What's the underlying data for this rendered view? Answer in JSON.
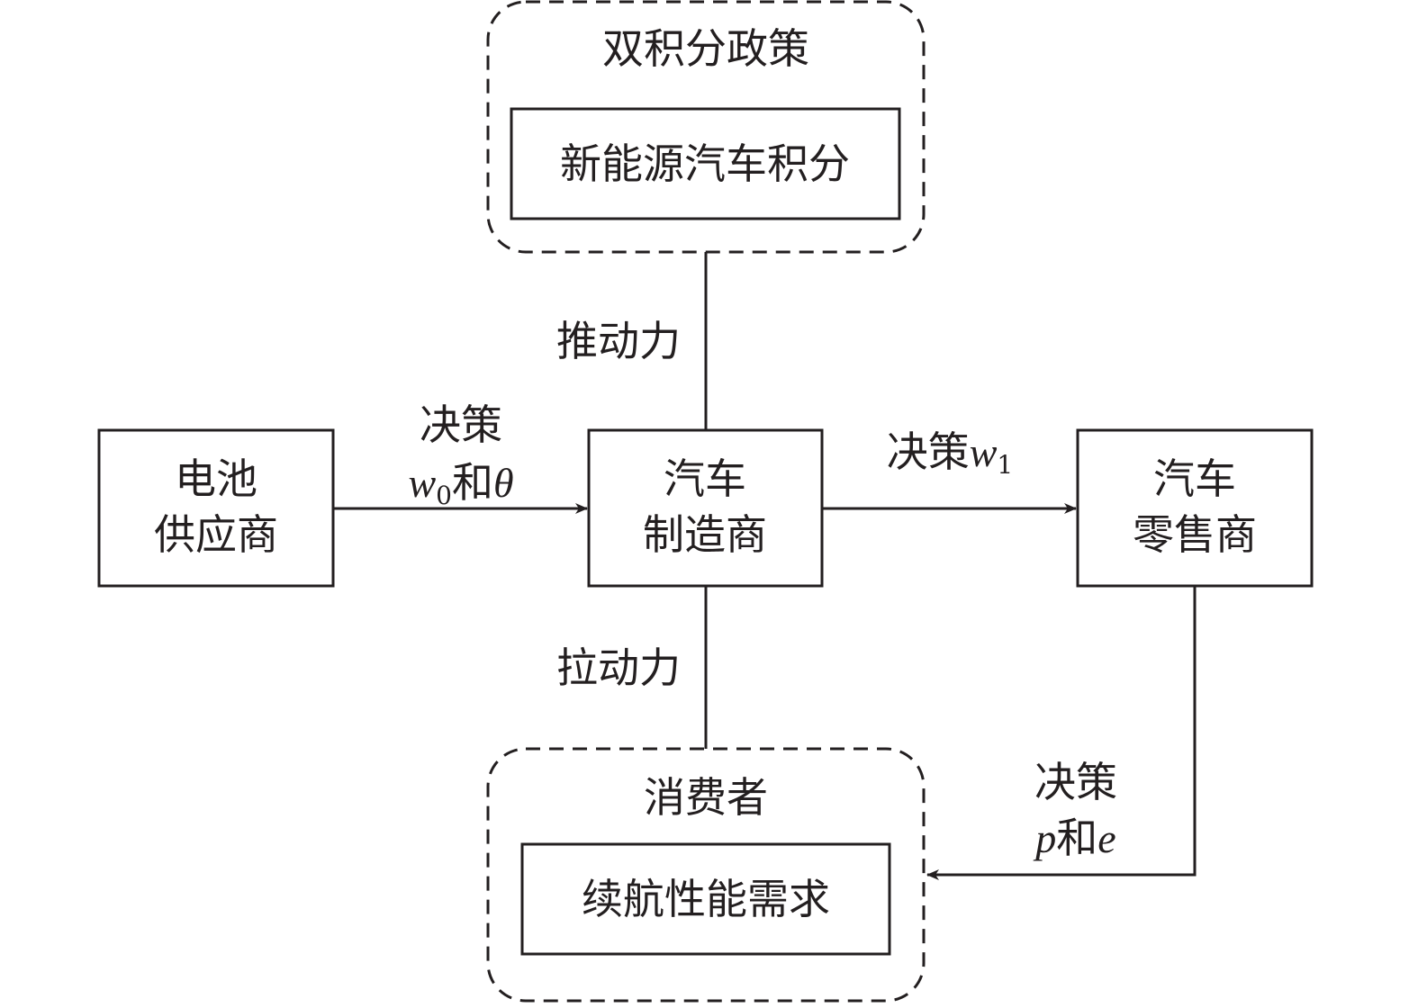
{
  "policy_group": {
    "title": "双积分政策",
    "inner": "新能源汽车积分"
  },
  "consumer_group": {
    "title": "消费者",
    "inner": "续航性能需求"
  },
  "nodes": {
    "battery_supplier": {
      "line1": "电池",
      "line2": "供应商"
    },
    "manufacturer": {
      "line1": "汽车",
      "line2": "制造商"
    },
    "retailer": {
      "line1": "汽车",
      "line2": "零售商"
    }
  },
  "edges": {
    "policy_force": "推动力",
    "consumer_force": "拉动力",
    "supplier_decision": {
      "line1": "决策",
      "var1": "w",
      "var1_sub": "0",
      "conj": "和",
      "var2": "θ"
    },
    "manufacturer_decision": {
      "prefix": "决策",
      "var": "w",
      "var_sub": "1"
    },
    "retailer_decision": {
      "line1": "决策",
      "var1": "p",
      "conj": "和",
      "var2": "e"
    }
  },
  "colors": {
    "stroke": "#231f20",
    "background": "#ffffff"
  }
}
